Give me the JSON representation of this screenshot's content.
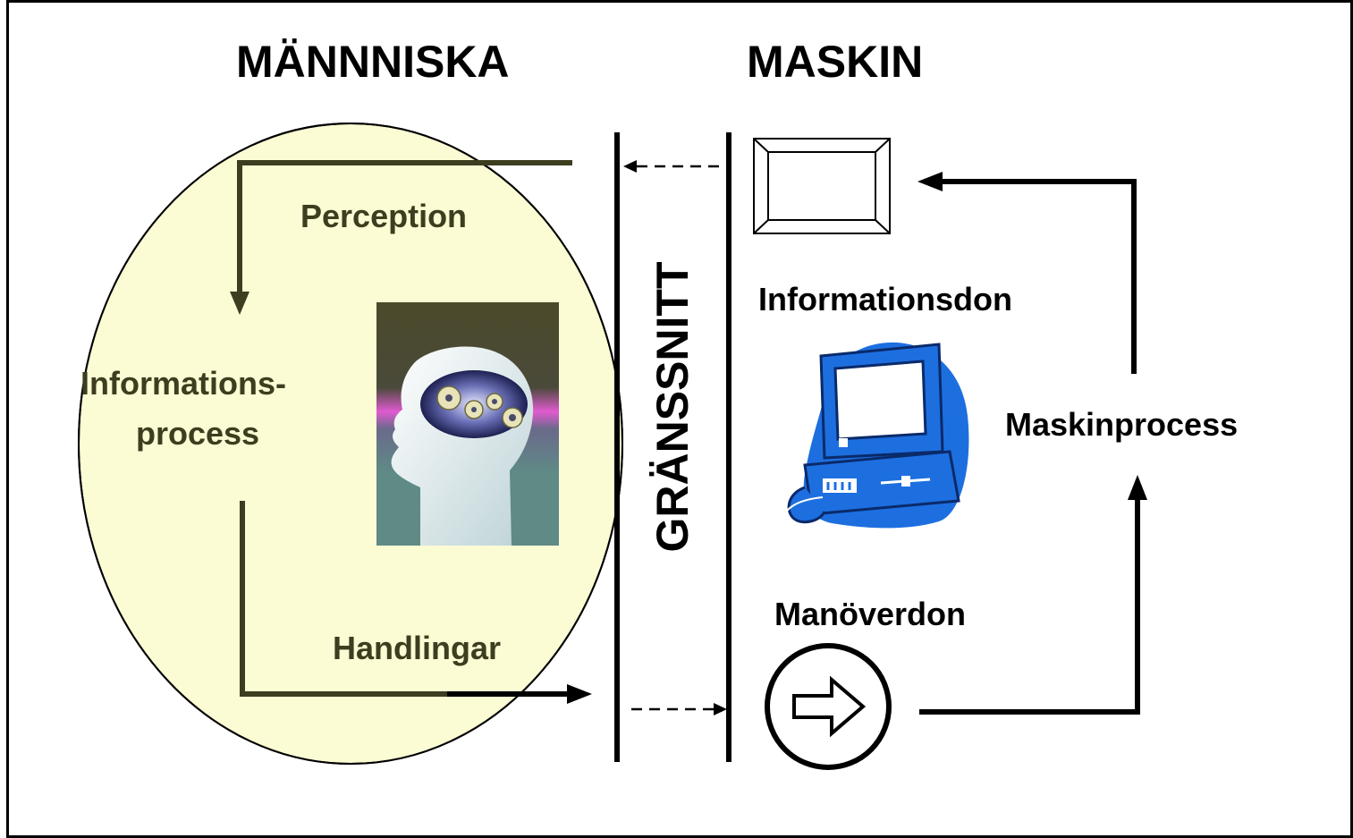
{
  "headings": {
    "human": "MÄNNNISKA",
    "machine": "MASKIN"
  },
  "interface_label": "GRÄNSSNITT",
  "human_side": {
    "perception": "Perception",
    "information_process_line1": "Informations-",
    "information_process_line2": "process",
    "actions": "Handlingar"
  },
  "machine_side": {
    "information_device": "Informationsdon",
    "machine_process": "Maskinprocess",
    "control_device": "Manöverdon"
  },
  "colors": {
    "ellipse_fill": "#fbfbd4",
    "olive_line": "#3d3d1f",
    "computer_blue": "#1d6fe0",
    "head_bg": "#4b4a2a",
    "head_bottom": "#5f8a86"
  },
  "icons": {
    "head": "head-with-gears-icon",
    "computer": "desktop-computer-icon",
    "display": "display-frame-icon",
    "control": "circle-arrow-icon"
  }
}
